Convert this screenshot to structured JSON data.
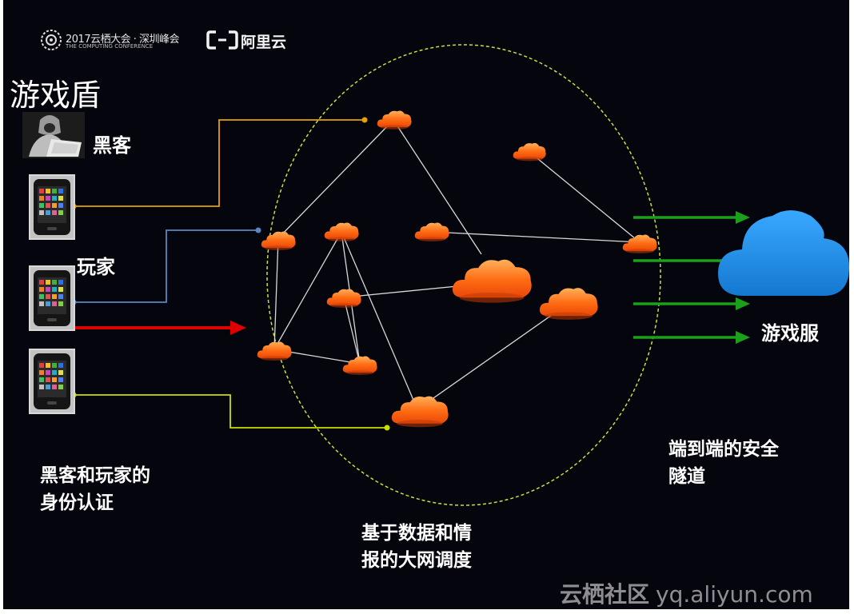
{
  "conference": {
    "line1": "2017云栖大会 · 深圳峰会",
    "line2": "THE COMPUTING CONFERENCE"
  },
  "brand": {
    "name": "阿里云"
  },
  "title": "游戏盾",
  "labels": {
    "hacker": "黑客",
    "player": "玩家",
    "auth_line1": "黑客和玩家的",
    "auth_line2": "身份认证",
    "sched_line1": "基于数据和情",
    "sched_line2": "报的大网调度",
    "tunnel_line1": "端到端的安全",
    "tunnel_line2": "隧道",
    "server": "游戏服"
  },
  "icons": {
    "conference": "conference-logo-icon",
    "brand": "aliyun-logo-icon",
    "hacker": "hacker-at-laptop-icon",
    "phone": "smartphone-icon",
    "cloud_node": "orange-cloud-icon",
    "server": "blue-cloud-icon"
  },
  "colors": {
    "background": "#05050d",
    "hacker_link": "#e6a200",
    "player_link": "#5a86c0",
    "attack_arrow": "#e00000",
    "third_link": "#c8e000",
    "mesh_line": "#d8d8d8",
    "boundary": "#c8e03c",
    "node": "#ff7a1e",
    "tunnel": "#1aa01a",
    "server_cloud": "#1e90e8"
  },
  "watermark": {
    "cn": "云栖社区",
    "url": "yq.aliyun.com"
  }
}
